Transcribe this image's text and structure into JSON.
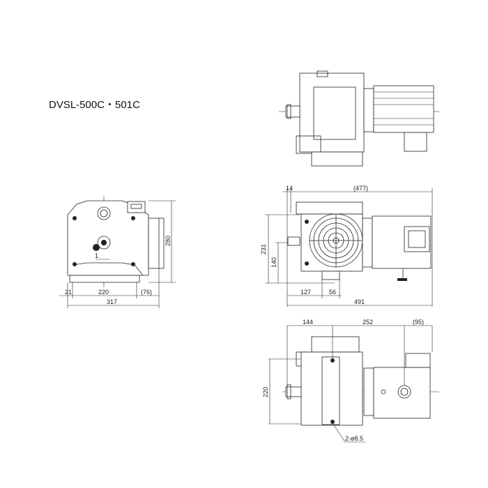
{
  "title": "DVSL-500C・501C",
  "front_view": {
    "height": "280",
    "offset": "21",
    "base": "220",
    "extra": "(76)",
    "width": "317",
    "tilt": "1"
  },
  "side_view": {
    "left": "14",
    "length_ref": "(477)",
    "height": "231",
    "port_height": "140",
    "base_pos": "127",
    "base_width": "56",
    "length": "491"
  },
  "bottom_view": {
    "a": "144",
    "b": "252",
    "c": "(95)",
    "depth": "220",
    "holes": "2-ø8.5"
  }
}
